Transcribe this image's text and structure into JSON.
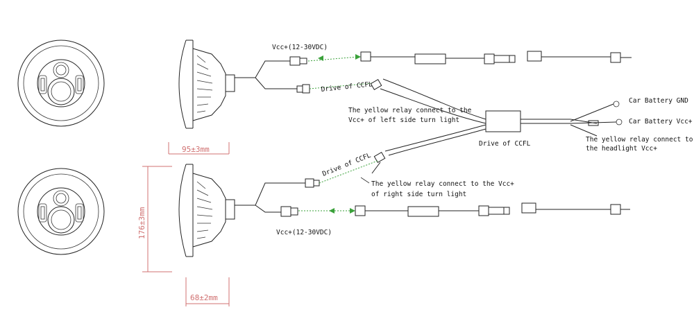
{
  "labels": {
    "vcc_top": "Vcc+(12-30VDC)",
    "vcc_bottom": "Vcc+(12-30VDC)",
    "drive_ccfl_top": "Drive of CCFL",
    "drive_ccfl_mid": "Drive of CCFL",
    "drive_ccfl_relay": "Drive of CCFL",
    "left_relay_line1": "The yellow relay connect to the",
    "left_relay_line2": "Vcc+ of left side turn light",
    "right_relay_line1": "The yellow relay connect to the Vcc+",
    "right_relay_line2": "of right side turn light",
    "battery_gnd": "Car Battery GND",
    "battery_vcc": "Car Battery Vcc+",
    "headlight_line1": "The yellow relay connect to",
    "headlight_line2": "the headlight Vcc+"
  },
  "dimensions": {
    "depth": "95±3mm",
    "diameter": "176±3mm",
    "body": "68±2mm"
  },
  "colors": {
    "line": "#222222",
    "wire_green": "#3aa13a",
    "dimension": "#d07070"
  }
}
